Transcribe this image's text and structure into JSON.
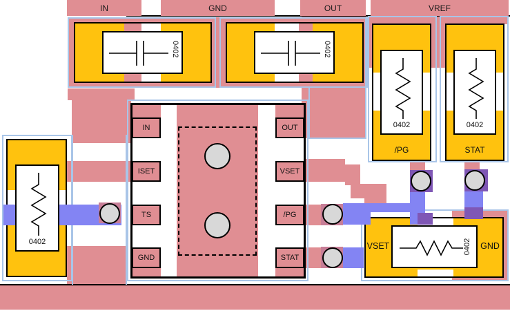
{
  "rails": {
    "in": "IN",
    "gnd": "GND",
    "out": "OUT",
    "vref": "VREF"
  },
  "ic": {
    "left_pins": [
      "IN",
      "ISET",
      "TS",
      "GND"
    ],
    "right_pins": [
      "OUT",
      "VSET",
      "/PG",
      "STAT"
    ]
  },
  "components": {
    "cap_in": {
      "size": "0402"
    },
    "cap_gnd": {
      "size": "0402"
    },
    "res_pg": {
      "size": "0402",
      "label": "/PG"
    },
    "res_stat": {
      "size": "0402",
      "label": "STAT"
    },
    "res_iset": {
      "size": "0402"
    },
    "res_vset": {
      "size": "0402",
      "pad_left": "VSET",
      "pad_right": "GND"
    }
  },
  "colors": {
    "copper_top": "#e08e93",
    "copper_bottom": "#8384f3",
    "pad_orange": "#ffc20e",
    "courtyard_outline": "#a9c5e8",
    "via_fill": "#d8d8d8",
    "via_square_mauve": "#c77e97",
    "via_square_dark": "#7f57b5"
  }
}
